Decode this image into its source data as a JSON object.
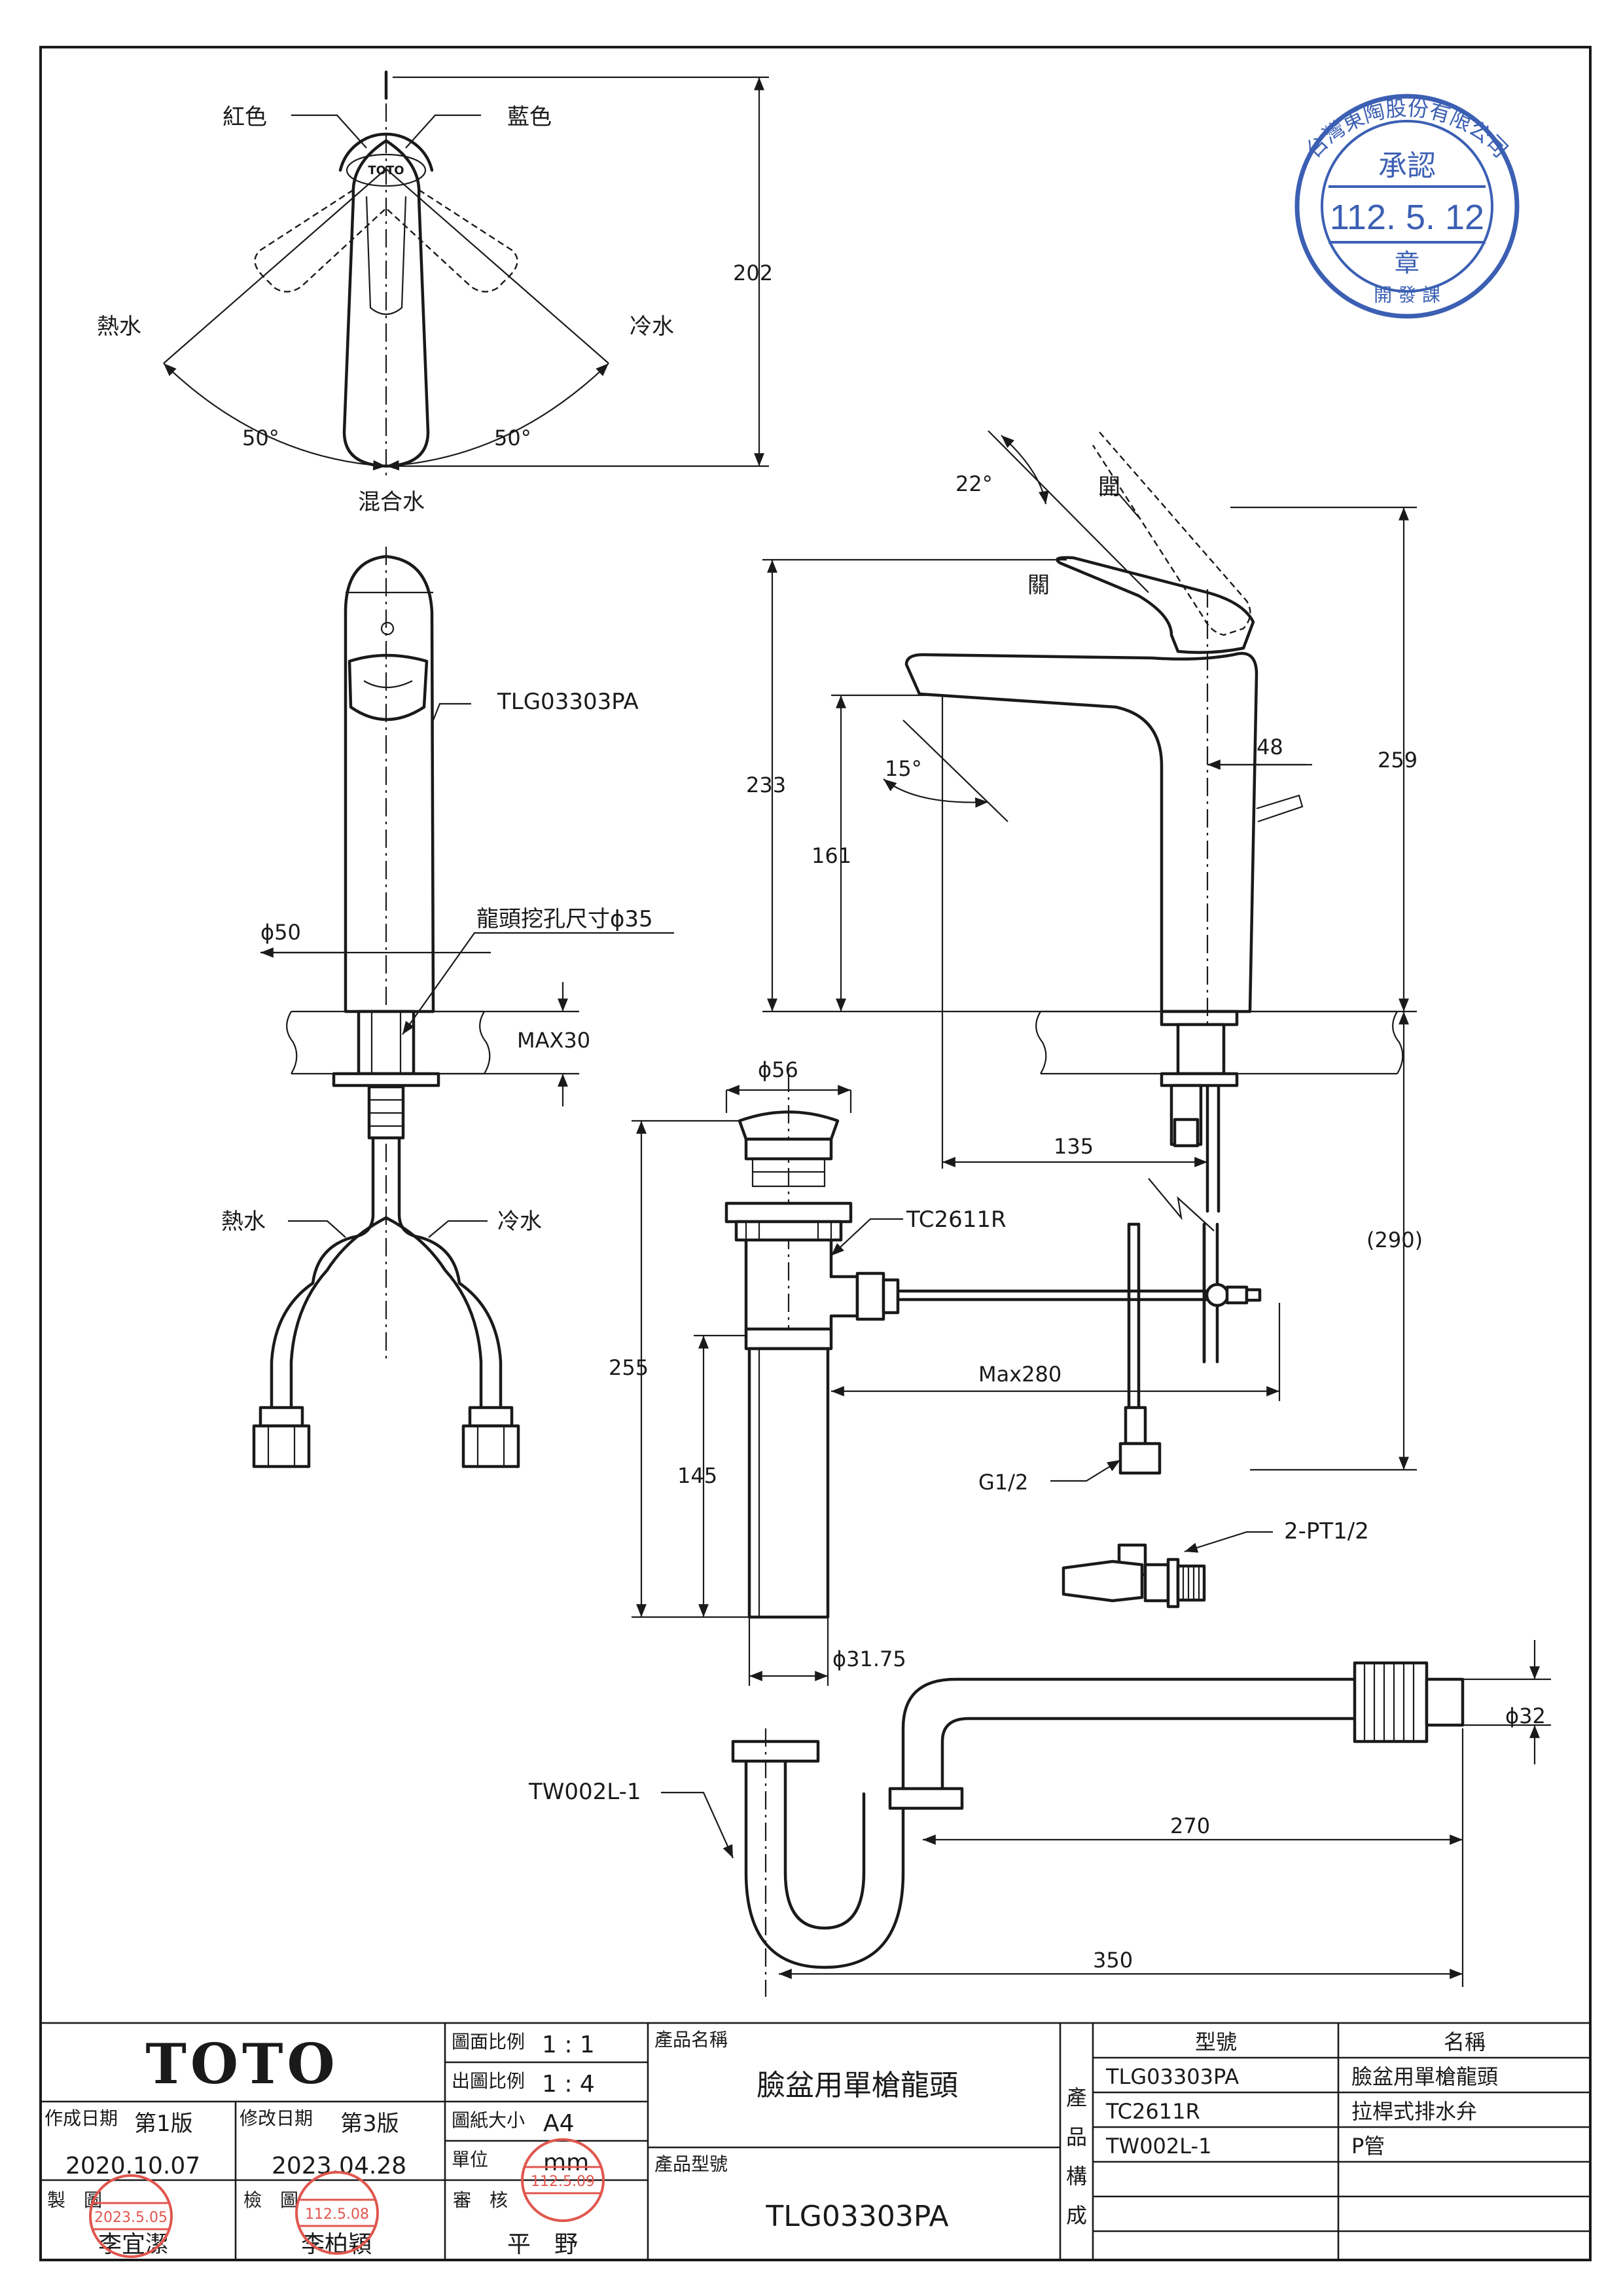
{
  "top_view": {
    "red_label": "紅色",
    "blue_label": "藍色",
    "hot_label": "熱水",
    "cold_label": "冷水",
    "angle_left": "50°",
    "angle_right": "50°",
    "mixed_label": "混合水",
    "height_dim": "202"
  },
  "front_view": {
    "model_callout": "TLG03303PA",
    "diameter_label": "ϕ50",
    "hole_label": "龍頭挖孔尺寸ϕ35",
    "max_label": "MAX30",
    "hot_label": "熱水",
    "cold_label": "冷水"
  },
  "side_view": {
    "open_angle": "22°",
    "open_label": "開",
    "close_label": "關",
    "dim_233": "233",
    "dim_161": "161",
    "spout_angle": "15°",
    "dim_48": "48",
    "dim_259": "259",
    "dim_135": "135",
    "dim_290": "(290)"
  },
  "drain": {
    "top_diameter": "ϕ56",
    "callout": "TC2611R",
    "dim_255": "255",
    "dim_145": "145",
    "pipe_diameter": "ϕ31.75",
    "max_280": "Max280",
    "thread_label": "G1/2",
    "valve_label": "2-PT1/2"
  },
  "ptrap": {
    "callout": "TW002L-1",
    "diameter": "ϕ32",
    "dim_270": "270",
    "dim_350": "350"
  },
  "approval_stamp": {
    "company": "台灣東陶股份有限公司",
    "word_top": "承認",
    "date": "112. 5. 12",
    "word_mid": "章",
    "word_bottom": "開 發 課",
    "color": "#3b5fb3"
  },
  "title_block": {
    "logo": "TOTO",
    "scale_label": "圖面比例",
    "scale_value": "1 : 1",
    "print_scale_label": "出圖比例",
    "print_scale_value": "1 : 4",
    "paper_label": "圖紙大小",
    "paper_value": "A4",
    "unit_label": "單位",
    "unit_value": "mm",
    "created_label": "作成日期",
    "created_version": "第1版",
    "created_date": "2020.10.07",
    "revised_label": "修改日期",
    "revised_version": "第3版",
    "revised_date": "2023.04.28",
    "maker_label": "製　圖",
    "maker_name": "李宜潔",
    "checker_label": "檢　圖",
    "checker_name": "李柏穎",
    "reviewer_label": "審　核",
    "reviewer_name": "平　野",
    "product_name_label": "產品名稱",
    "product_name": "臉盆用單槍龍頭",
    "product_model_label": "產品型號",
    "product_model": "TLG03303PA",
    "composition_label": [
      "產",
      "品",
      "構",
      "成"
    ],
    "table_headers": [
      "型號",
      "名稱"
    ],
    "components": [
      {
        "model": "TLG03303PA",
        "name": "臉盆用單槍龍頭"
      },
      {
        "model": "TC2611R",
        "name": "拉桿式排水弁"
      },
      {
        "model": "TW002L-1",
        "name": "P管"
      }
    ],
    "stamp_maker_date": "2023.5.05",
    "stamp_checker_date": "112.5.08",
    "stamp_reviewer_date": "112.5.09",
    "stamp_color": "#e0564e"
  }
}
